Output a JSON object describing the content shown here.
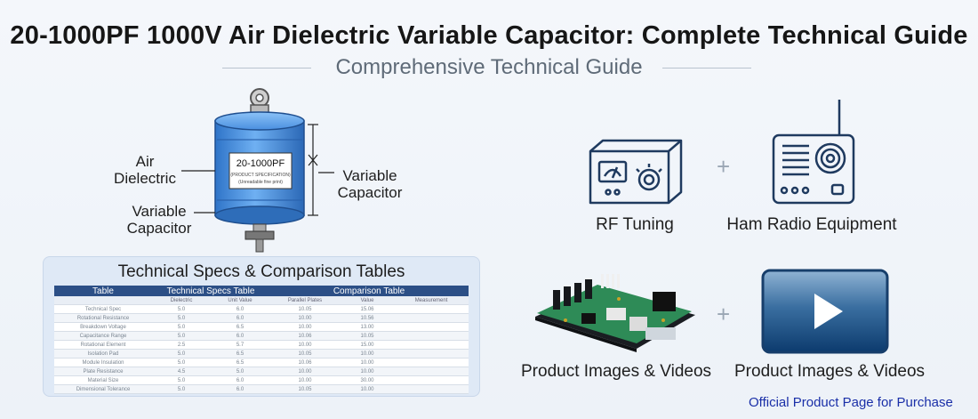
{
  "header": {
    "title": "20-1000PF 1000V Air Dielectric Variable Capacitor: Complete Technical Guide",
    "subtitle": "Comprehensive Technical Guide"
  },
  "capacitor": {
    "label_value": "20-1000PF",
    "label_fine_1": "(PRODUCT SPECIFICATION)",
    "label_fine_2": "(Unreadable fine print)",
    "left_label_1": "Air\nDielectric",
    "left_label_2": "Variable\nCapacitor",
    "right_label": "Variable\nCapacitor"
  },
  "icons": {
    "rf": {
      "caption": "RF Tuning",
      "icon": "rf-meter-device-icon"
    },
    "ham": {
      "caption": "Ham Radio Equipment",
      "icon": "radio-icon"
    },
    "pcb": {
      "caption": "Product Images & Videos",
      "icon": "circuit-board-icon"
    },
    "video": {
      "caption": "Product Images & Videos",
      "icon": "play-video-icon"
    },
    "plus": "+"
  },
  "specs": {
    "title": "Technical Specs & Comparison Tables",
    "headers": [
      "Table",
      "Technical Specs Table",
      "",
      "Comparison Table",
      "",
      ""
    ],
    "subheaders": [
      "",
      "Dielectric",
      "Unit Value",
      "Parallel Plates",
      "Value",
      "Measurement"
    ],
    "rows": [
      [
        "Technical Spec",
        "5.0",
        "6.0",
        "10.05",
        "15.06",
        ""
      ],
      [
        "Rotational Resistance",
        "5.0",
        "6.0",
        "10.00",
        "10.56",
        ""
      ],
      [
        "Breakdown Voltage",
        "5.0",
        "6.5",
        "10.00",
        "13.00",
        ""
      ],
      [
        "Capacitance Range",
        "5.0",
        "6.0",
        "10.06",
        "10.05",
        ""
      ],
      [
        "Rotational Element",
        "2.5",
        "5.7",
        "10.00",
        "15.00",
        ""
      ],
      [
        "Isolation Pad",
        "5.0",
        "6.5",
        "10.05",
        "10.00",
        ""
      ],
      [
        "Module Insulation",
        "5.0",
        "6.5",
        "10.06",
        "10.00",
        ""
      ],
      [
        "Plate Resistance",
        "4.5",
        "5.0",
        "10.00",
        "10.00",
        ""
      ],
      [
        "Material Size",
        "5.0",
        "6.0",
        "10.00",
        "30.00",
        ""
      ],
      [
        "Dimensional Tolerance",
        "5.0",
        "6.0",
        "10.05",
        "10.00",
        ""
      ]
    ]
  },
  "footer": {
    "link": "Official Product Page for Purchase"
  },
  "colors": {
    "capacitor_body": "#4a8fe0",
    "table_header": "#2c4f86",
    "link": "#1a2fa8",
    "icon_stroke": "#1f3a5f"
  }
}
